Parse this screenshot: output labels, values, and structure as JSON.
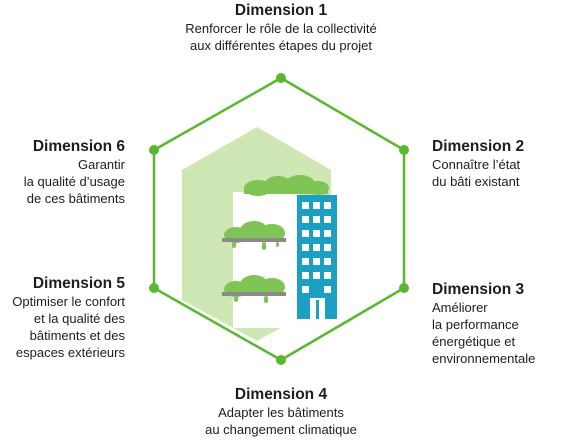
{
  "dimensions": [
    {
      "title": "Dimension 1",
      "description": "Renforcer le rôle de la collectivité\naux différentes étapes du projet"
    },
    {
      "title": "Dimension 2",
      "description": "Connaître l’état\ndu bâti existant"
    },
    {
      "title": "Dimension 3",
      "description": "Améliorer\nla performance\nénergétique et\nenvironnementale"
    },
    {
      "title": "Dimension 4",
      "description": "Adapter les bâtiments\nau changement climatique"
    },
    {
      "title": "Dimension 5",
      "description": "Optimiser le confort\net la qualité des\nbâtiments et des\nespaces extérieurs"
    },
    {
      "title": "Dimension 6",
      "description": "Garantir\nla qualité d’usage\nde ces bâtiments"
    }
  ],
  "colors": {
    "hexagon_line": "#5ab82e",
    "hexagon_fill": "#cfe7b4",
    "foliage": "#80c455",
    "tower": "#1d9fc3",
    "windows": "#ffffff",
    "balcony": "#8a8a8a",
    "text": "#1d1d1b"
  }
}
